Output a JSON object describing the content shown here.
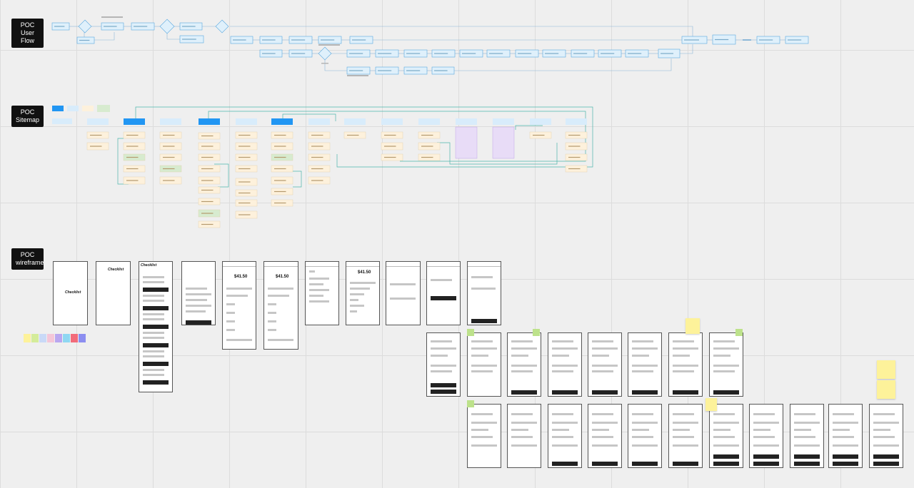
{
  "sections": {
    "user_flow": "POC User\nFlow",
    "sitemap": "POC\nSitemap",
    "wireframe": "POC\nwireframe"
  },
  "wireframes": {
    "logo": "Checklist",
    "price": "$41.50"
  },
  "colors": {
    "flow_node_fill": "#dff0fb",
    "flow_node_stroke": "#5aa9e0",
    "sitemap_primary": "#2196f3",
    "sitemap_light": "#d8ecfb",
    "sitemap_card": "#fdf1dc",
    "sitemap_green": "#d7ebcf",
    "sitemap_purple": "#e8dcf7",
    "connector_teal": "#4db6ac",
    "sticky_yellow": "#fdf29a",
    "tag_green": "#bde28b"
  },
  "palette": [
    "#fdf29a",
    "#d4ec9a",
    "#c9d9f7",
    "#f4c6d8",
    "#b9a7f0",
    "#8fd7f2",
    "#f26b7a",
    "#8c8ef0"
  ]
}
